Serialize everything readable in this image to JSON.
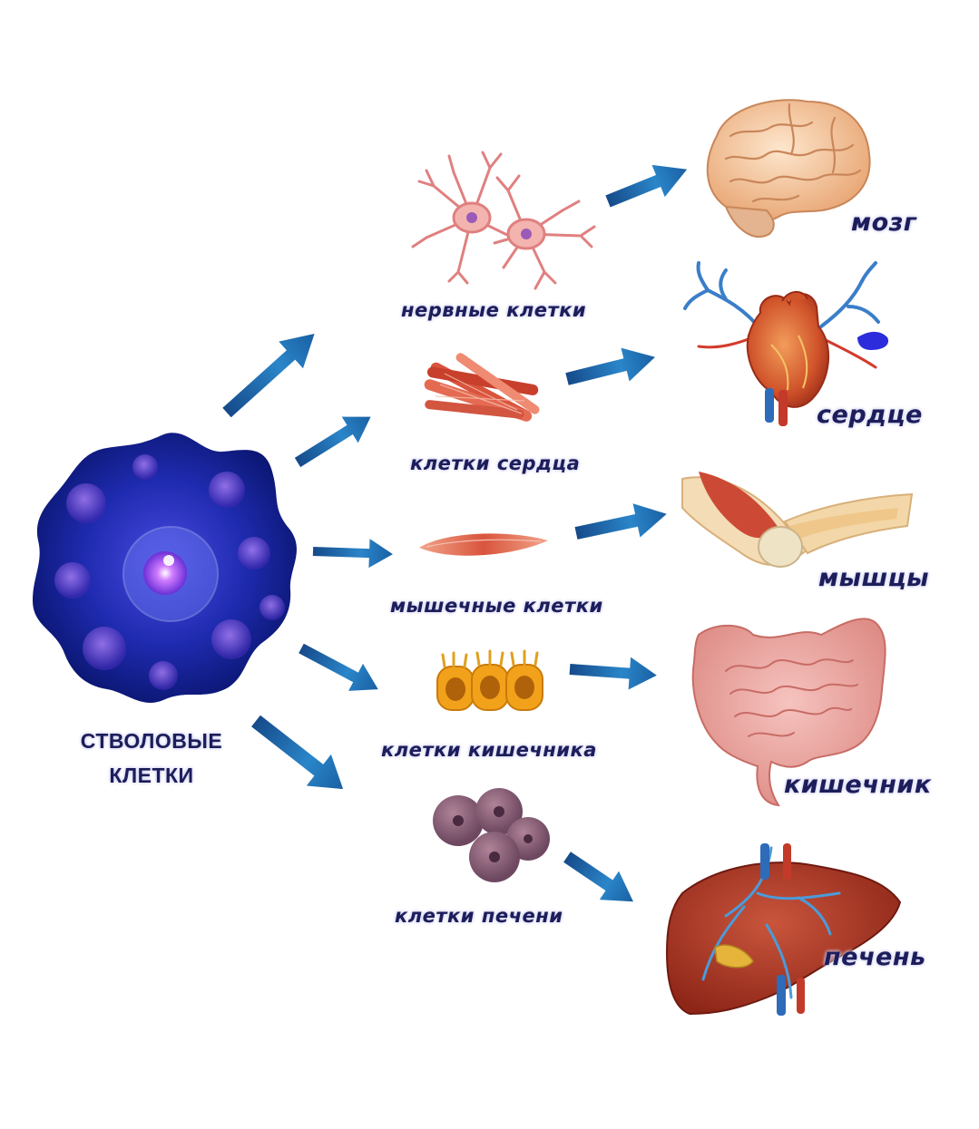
{
  "stem": {
    "label_line1": "СТВОЛОВЫЕ",
    "label_line2": "КЛЕТКИ"
  },
  "cells": {
    "nerve": "нервные клетки",
    "heart": "клетки сердца",
    "muscle": "мышечные клетки",
    "intestine": "клетки кишечника",
    "liver": "клетки печени"
  },
  "organs": {
    "brain": "мозг",
    "heart": "сердце",
    "muscles": "мышцы",
    "intestine": "кишечник",
    "liver": "печень"
  },
  "colors": {
    "arrow": "#1f6fb3",
    "label": "#1c1d5a"
  }
}
